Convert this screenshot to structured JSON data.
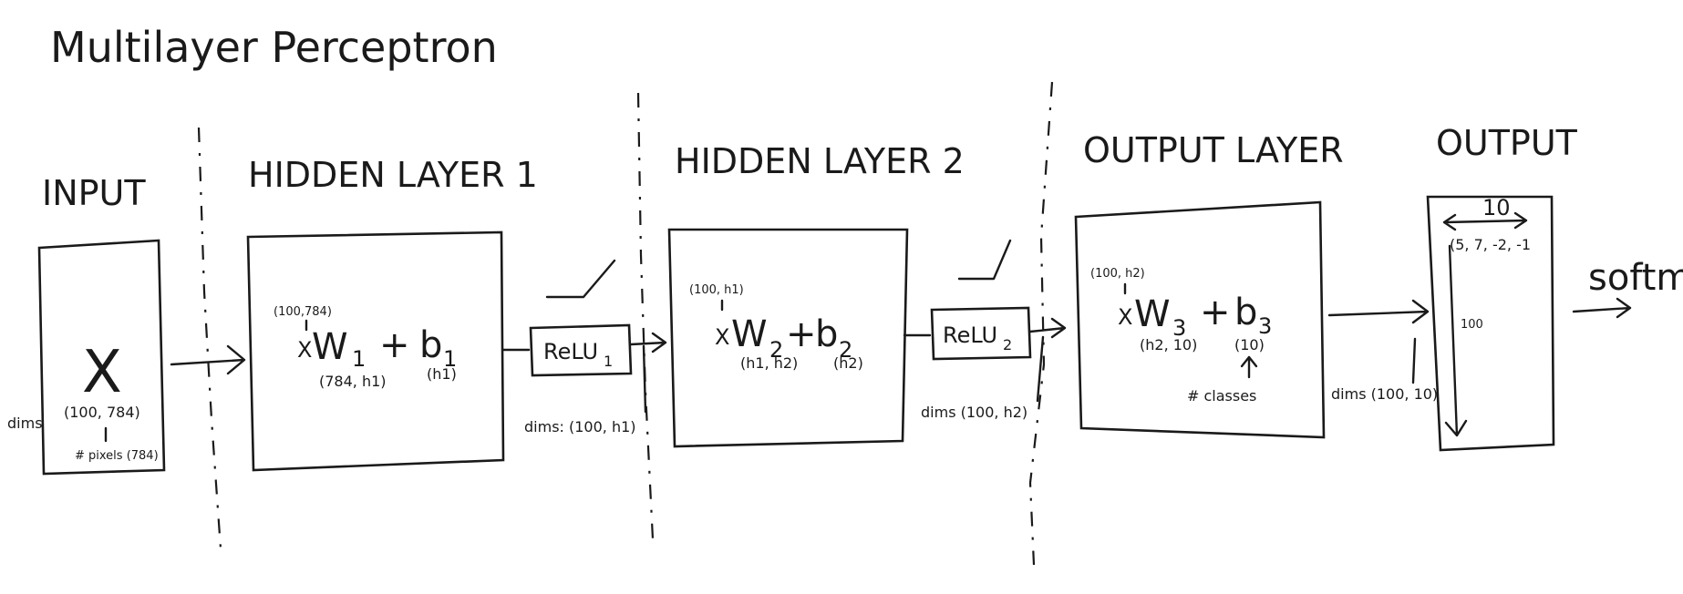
{
  "title": "Multilayer Perceptron",
  "sections": {
    "input": {
      "header": "INPUT",
      "symbol": "X",
      "dims": "(100, 784)",
      "dims_label": "dims",
      "note": "# pixels (784)"
    },
    "hidden1": {
      "header": "HIDDEN LAYER 1",
      "x_dims": "(100,784)",
      "x": "X",
      "w": "W",
      "w_sub": "1",
      "plus": "+",
      "b": "b",
      "b_sub": "1",
      "w_dims": "(784, h1)",
      "b_dims": "(h1)",
      "relu": "ReLU",
      "relu_sub": "1",
      "out_dims": "dims: (100, h1)"
    },
    "hidden2": {
      "header": "HIDDEN LAYER 2",
      "x_dims": "(100, h1)",
      "x": "X",
      "w": "W",
      "w_sub": "2",
      "plus": "+",
      "b": "b",
      "b_sub": "2",
      "w_dims": "(h1, h2)",
      "b_dims": "(h2)",
      "relu": "ReLU",
      "relu_sub": "2",
      "out_dims": "dims (100, h2)"
    },
    "output_layer": {
      "header": "OUTPUT LAYER",
      "x_dims": "(100, h2)",
      "x": "X",
      "w": "W",
      "w_sub": "3",
      "plus": "+",
      "b": "b",
      "b_sub": "3",
      "w_dims": "(h2, 10)",
      "b_dims": "(10)",
      "classes_note": "# classes",
      "out_dims": "dims (100, 10)"
    },
    "output": {
      "header": "OUTPUT",
      "width_label": "10",
      "row_values": "(5, 7, -2, -1",
      "height_label": "100",
      "softmax": "softmax"
    }
  }
}
